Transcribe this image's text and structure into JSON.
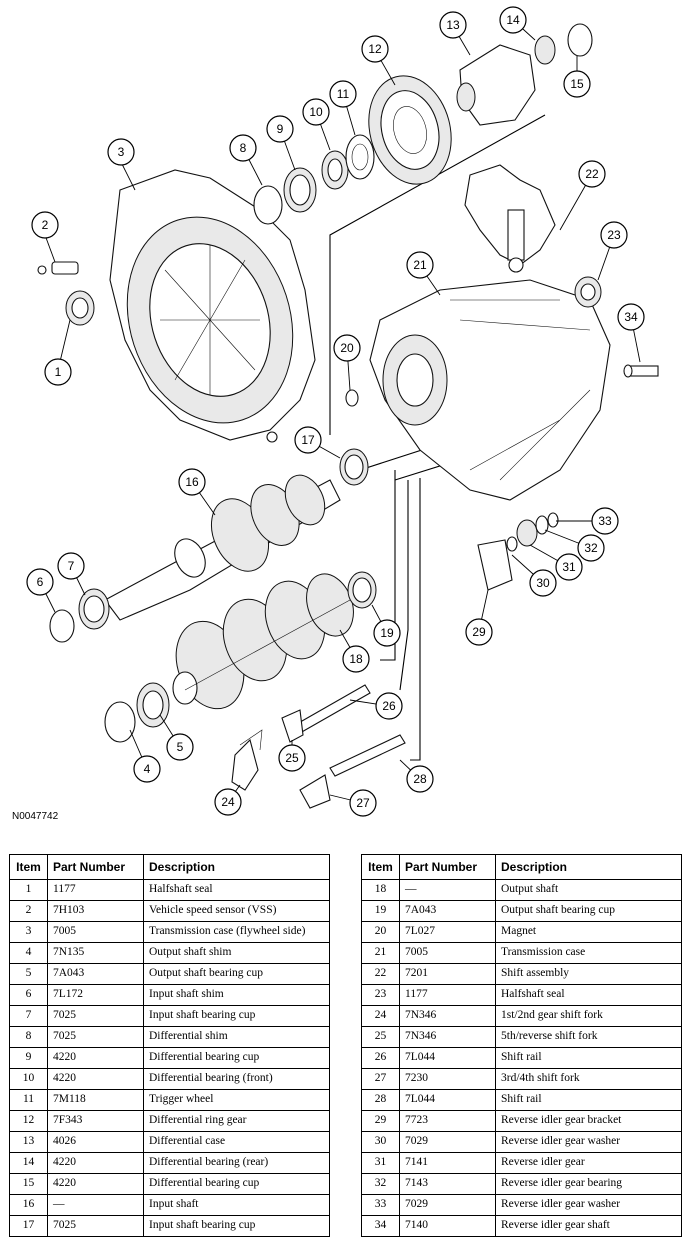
{
  "figure_id": "N0047742",
  "table_headers": {
    "item": "Item",
    "part_number": "Part Number",
    "description": "Description"
  },
  "parts_left": [
    {
      "item": "1",
      "part_number": "1177",
      "description": "Halfshaft seal"
    },
    {
      "item": "2",
      "part_number": "7H103",
      "description": "Vehicle speed sensor (VSS)"
    },
    {
      "item": "3",
      "part_number": "7005",
      "description": "Transmission case (flywheel side)"
    },
    {
      "item": "4",
      "part_number": "7N135",
      "description": "Output shaft shim"
    },
    {
      "item": "5",
      "part_number": "7A043",
      "description": "Output shaft bearing cup"
    },
    {
      "item": "6",
      "part_number": "7L172",
      "description": "Input shaft shim"
    },
    {
      "item": "7",
      "part_number": "7025",
      "description": "Input shaft bearing cup"
    },
    {
      "item": "8",
      "part_number": "7025",
      "description": "Differential shim"
    },
    {
      "item": "9",
      "part_number": "4220",
      "description": "Differential bearing cup"
    },
    {
      "item": "10",
      "part_number": "4220",
      "description": "Differential bearing (front)"
    },
    {
      "item": "11",
      "part_number": "7M118",
      "description": "Trigger wheel"
    },
    {
      "item": "12",
      "part_number": "7F343",
      "description": "Differential ring gear"
    },
    {
      "item": "13",
      "part_number": "4026",
      "description": "Differential case"
    },
    {
      "item": "14",
      "part_number": "4220",
      "description": "Differential bearing (rear)"
    },
    {
      "item": "15",
      "part_number": "4220",
      "description": "Differential bearing cup"
    },
    {
      "item": "16",
      "part_number": "—",
      "description": "Input shaft"
    },
    {
      "item": "17",
      "part_number": "7025",
      "description": "Input shaft bearing cup"
    }
  ],
  "parts_right": [
    {
      "item": "18",
      "part_number": "—",
      "description": "Output shaft"
    },
    {
      "item": "19",
      "part_number": "7A043",
      "description": "Output shaft bearing cup"
    },
    {
      "item": "20",
      "part_number": "7L027",
      "description": "Magnet"
    },
    {
      "item": "21",
      "part_number": "7005",
      "description": "Transmission case"
    },
    {
      "item": "22",
      "part_number": "7201",
      "description": "Shift assembly"
    },
    {
      "item": "23",
      "part_number": "1177",
      "description": "Halfshaft seal"
    },
    {
      "item": "24",
      "part_number": "7N346",
      "description": "1st/2nd gear shift fork"
    },
    {
      "item": "25",
      "part_number": "7N346",
      "description": "5th/reverse shift fork"
    },
    {
      "item": "26",
      "part_number": "7L044",
      "description": "Shift rail"
    },
    {
      "item": "27",
      "part_number": "7230",
      "description": "3rd/4th shift fork"
    },
    {
      "item": "28",
      "part_number": "7L044",
      "description": "Shift rail"
    },
    {
      "item": "29",
      "part_number": "7723",
      "description": "Reverse idler gear bracket"
    },
    {
      "item": "30",
      "part_number": "7029",
      "description": "Reverse idler gear washer"
    },
    {
      "item": "31",
      "part_number": "7141",
      "description": "Reverse idler gear"
    },
    {
      "item": "32",
      "part_number": "7143",
      "description": "Reverse idler gear bearing"
    },
    {
      "item": "33",
      "part_number": "7029",
      "description": "Reverse idler gear washer"
    },
    {
      "item": "34",
      "part_number": "7140",
      "description": "Reverse idler gear shaft"
    }
  ],
  "callouts": [
    "1",
    "2",
    "3",
    "4",
    "5",
    "6",
    "7",
    "8",
    "9",
    "10",
    "11",
    "12",
    "13",
    "14",
    "15",
    "16",
    "17",
    "18",
    "19",
    "20",
    "21",
    "22",
    "23",
    "24",
    "25",
    "26",
    "27",
    "28",
    "29",
    "30",
    "31",
    "32",
    "33",
    "34"
  ]
}
